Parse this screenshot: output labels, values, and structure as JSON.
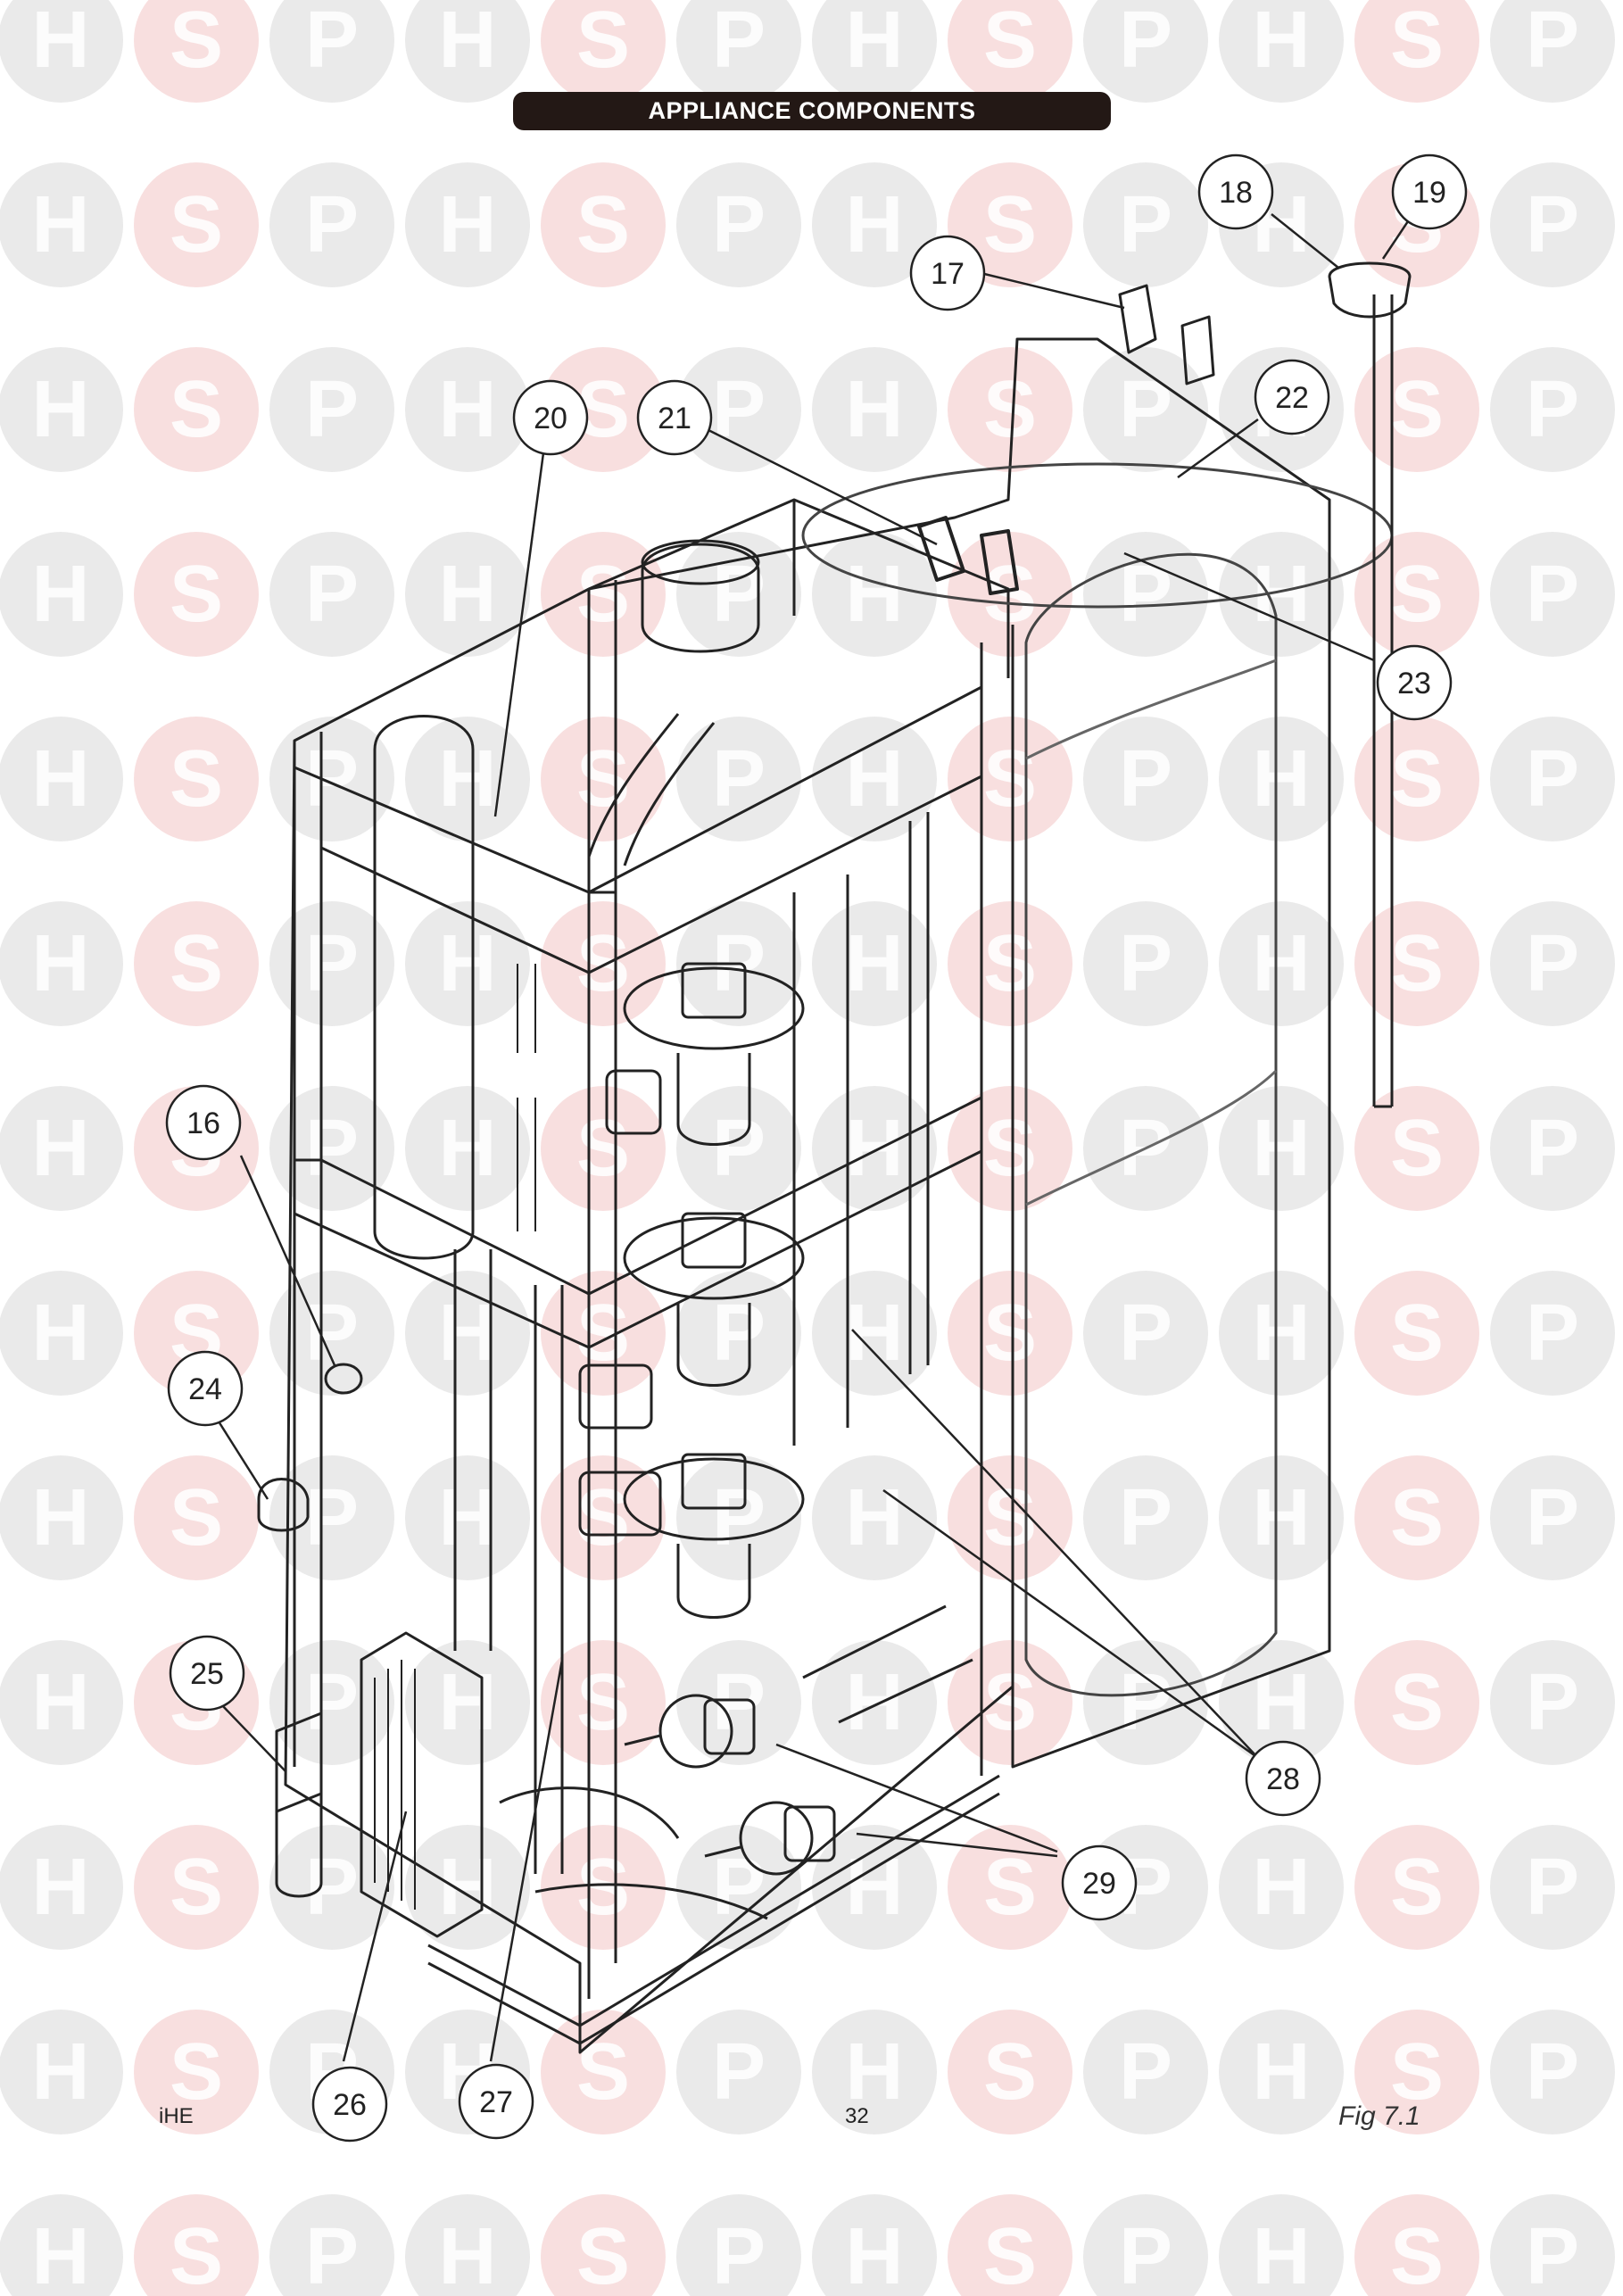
{
  "title": "APPLIANCE COMPONENTS",
  "watermark": {
    "letters": [
      "H",
      "S",
      "P"
    ],
    "colors": {
      "h_p": "#d9d9d9",
      "s": "#f2c4c4"
    }
  },
  "callouts": [
    {
      "id": "c16",
      "label": "16"
    },
    {
      "id": "c17",
      "label": "17"
    },
    {
      "id": "c18",
      "label": "18"
    },
    {
      "id": "c19",
      "label": "19"
    },
    {
      "id": "c20",
      "label": "20"
    },
    {
      "id": "c21",
      "label": "21"
    },
    {
      "id": "c22",
      "label": "22"
    },
    {
      "id": "c23",
      "label": "23"
    },
    {
      "id": "c24",
      "label": "24"
    },
    {
      "id": "c25",
      "label": "25"
    },
    {
      "id": "c26",
      "label": "26"
    },
    {
      "id": "c27",
      "label": "27"
    },
    {
      "id": "c28",
      "label": "28"
    },
    {
      "id": "c29",
      "label": "29"
    }
  ],
  "footer": {
    "model": "iHE",
    "page_number": "32",
    "figure": "Fig 7.1"
  }
}
